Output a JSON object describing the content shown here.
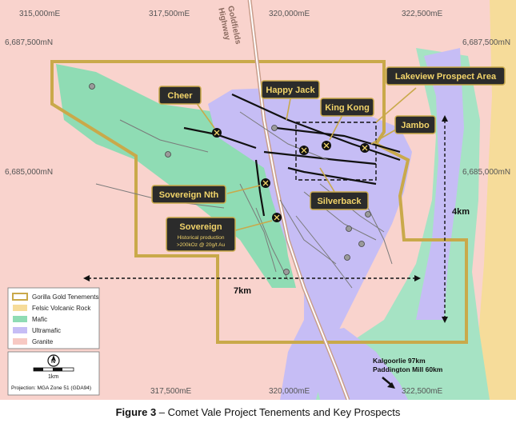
{
  "grid": {
    "easting_top": [
      "315,000mE",
      "317,500mE",
      "320,000mE",
      "322,500mE"
    ],
    "easting_bottom": [
      "317,500mE",
      "320,000mE",
      "322,500mE"
    ],
    "northing_left": [
      "6,687,500mN",
      "6,685,000mN"
    ],
    "northing_right": [
      "6,687,500mN",
      "6,685,000mN"
    ]
  },
  "road": {
    "label_line1": "Goldfields",
    "label_line2": "Highway"
  },
  "prospects": {
    "cheer": "Cheer",
    "happy_jack": "Happy Jack",
    "king_kong": "King Kong",
    "lakeview": "Lakeview Prospect Area",
    "jambo": "Jambo",
    "sovereign_nth": "Sovereign Nth",
    "silverback": "Silverback",
    "sovereign": "Sovereign",
    "sovereign_note1": "Historical production",
    "sovereign_note2": ">200kOz @ 20g/t Au"
  },
  "dimensions": {
    "width_label": "7km",
    "height_label": "4km"
  },
  "destination": {
    "line1": "Kalgoorlie 97km",
    "line2": "Paddington Mill 60km"
  },
  "legend": {
    "items": [
      {
        "label": "Gorilla Gold Tenements",
        "color": "#c9a94a"
      },
      {
        "label": "Felsic Volcanic Rock",
        "color": "#f6dc9a"
      },
      {
        "label": "Mafic",
        "color": "#8fdcb4"
      },
      {
        "label": "Ultramafic",
        "color": "#c6bdf5"
      },
      {
        "label": "Granite",
        "color": "#f7c9c3"
      }
    ],
    "north": "N",
    "scale_label": "1km",
    "projection": "Projection: MGA Zone 51 (GDA94)"
  },
  "caption": {
    "figure": "Figure 3",
    "text": " – Comet Vale Project Tenements and Key Prospects"
  }
}
